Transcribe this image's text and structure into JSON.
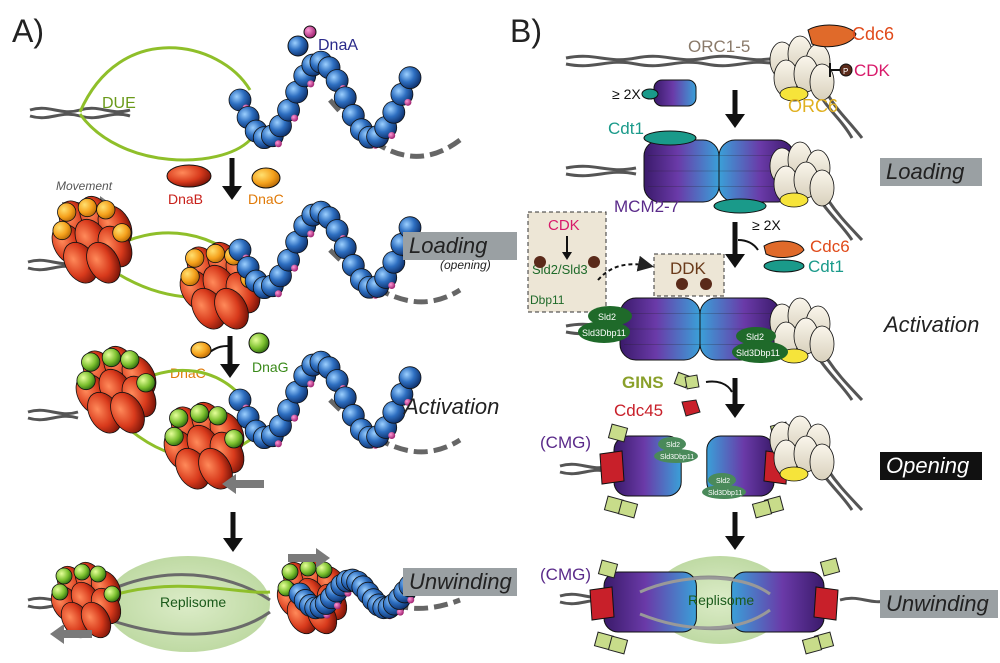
{
  "panels": {
    "a": "A)",
    "b": "B)"
  },
  "panel_a": {
    "dnaa": "DnaA",
    "due": "DUE",
    "movement": "Movement",
    "dnab": "DnaB",
    "dnac_1": "DnaC",
    "dnac_2": "DnaC",
    "dnag": "DnaG",
    "replisome": "Replisome"
  },
  "panel_b": {
    "orc15": "ORC1-5",
    "cdc6_1": "Cdc6",
    "cdk_1": "CDK",
    "orc6": "ORC6",
    "ge2x_1": "≥ 2X",
    "cdt1_1": "Cdt1",
    "mcm27": "MCM2-7",
    "cdk_2": "CDK",
    "sld2sld3": "Sld2/Sld3",
    "dbp11": "Dbp11",
    "ddk": "DDK",
    "ge2x_2": "≥ 2X",
    "cdc6_2": "Cdc6",
    "cdt1_2": "Cdt1",
    "gins": "GINS",
    "cdc45": "Cdc45",
    "cmg_1": "(CMG)",
    "cmg_2": "(CMG)",
    "replisome": "Replisome",
    "p": "P",
    "sld2": "Sld2",
    "sld3dbp11": "Sld3Dbp11"
  },
  "stages": {
    "loading_a": "Loading",
    "opening_sub": "(opening)",
    "activation_a": "Activation",
    "unwinding_a": "Unwinding",
    "loading_b": "Loading",
    "activation_b": "Activation",
    "opening_b": "Opening",
    "unwinding_b": "Unwinding"
  },
  "colors": {
    "dnab_red": "#d83a1c",
    "dnac_orange": "#f5a11c",
    "dnag_green": "#7bbf2e",
    "dnaa_blue": "#2e6fc1",
    "mcm_purple": "#5a2a8a",
    "mcm_blue": "#3a9ad8",
    "cdt1_teal": "#1a9a8a",
    "cdc6_orange": "#e06a2a",
    "sld_green": "#1f6a2a",
    "gins_green": "#c8dc8a",
    "cdc45_red": "#c8202a",
    "stage_grey": "#9aa0a3",
    "replisome_bg": "#cfe3b8"
  }
}
